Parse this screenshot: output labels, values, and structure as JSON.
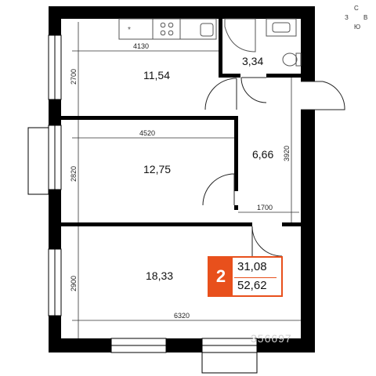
{
  "plan": {
    "rooms": [
      {
        "id": "room-top",
        "area": "11,54"
      },
      {
        "id": "bathroom",
        "area": "3,34"
      },
      {
        "id": "hallway",
        "area": "6,66"
      },
      {
        "id": "room-middle",
        "area": "12,75"
      },
      {
        "id": "room-bottom",
        "area": "18,33"
      }
    ],
    "dimensions": {
      "top_width": "4130",
      "top_height": "2700",
      "middle_width": "4520",
      "middle_height": "2820",
      "hall_width": "1700",
      "hall_height": "3920",
      "bottom_height": "2900",
      "bottom_width": "6320"
    }
  },
  "badge": {
    "rooms_count": "2",
    "living_area": "31,08",
    "total_area": "52,62"
  },
  "compass": {
    "n": "С",
    "e": "В",
    "s": "Ю",
    "w": "З"
  },
  "watermark": "356697",
  "colors": {
    "accent": "#e8501c",
    "wall": "#000000"
  }
}
